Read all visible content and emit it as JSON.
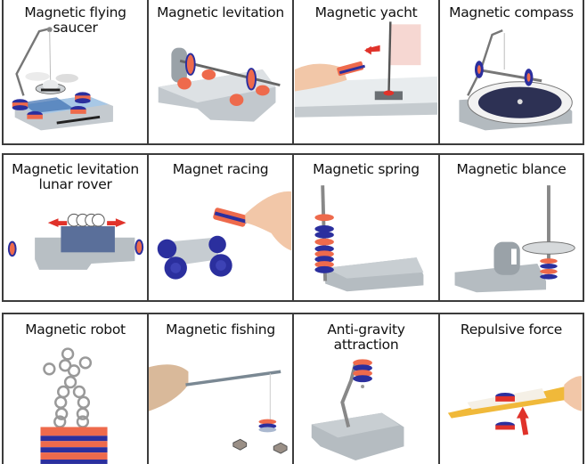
{
  "grid": {
    "rows": [
      {
        "cells": [
          {
            "title": "Magnetic flying\nsaucer",
            "icon": "flying-saucer-illustration"
          },
          {
            "title": "Magnetic levitation",
            "icon": "levitation-illustration"
          },
          {
            "title": "Magnetic yacht",
            "icon": "yacht-illustration"
          },
          {
            "title": "Magnetic compass",
            "icon": "compass-illustration"
          }
        ]
      },
      {
        "cells": [
          {
            "title": "Magnetic levitation\nlunar rover",
            "icon": "lunar-rover-illustration"
          },
          {
            "title": "Magnet racing",
            "icon": "racing-car-illustration"
          },
          {
            "title": "Magnetic spring",
            "icon": "spring-illustration"
          },
          {
            "title": "Magnetic blance",
            "icon": "balance-illustration"
          }
        ]
      },
      {
        "cells": [
          {
            "title": "Magnetic robot",
            "icon": "robot-illustration"
          },
          {
            "title": "Magnetic fishing",
            "icon": "fishing-illustration"
          },
          {
            "title": "Anti-gravity\nattraction",
            "icon": "anti-gravity-illustration"
          },
          {
            "title": "Repulsive force",
            "icon": "repulsive-force-illustration"
          }
        ]
      }
    ]
  },
  "colors": {
    "border": "#3c3c3c",
    "magnet_red": "#ee6a4c",
    "magnet_blue": "#2b2f9e",
    "base_gray": "#b9c0c6",
    "arrow_red": "#e0322a"
  }
}
